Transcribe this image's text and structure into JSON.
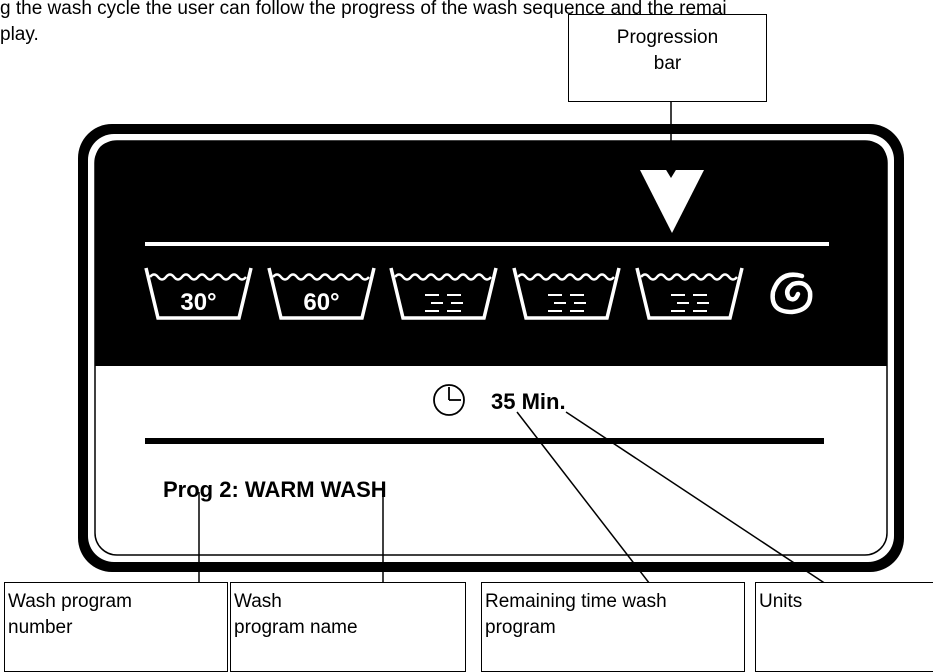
{
  "intro_text": "g the wash cycle the user can follow the progress of the wash sequence and the remai\nplay.",
  "display": {
    "remaining_time": "35 Min.",
    "program_line": "Prog 2:  WARM WASH",
    "wash_icons": [
      {
        "name": "wash-30-icon",
        "label": "30°"
      },
      {
        "name": "wash-60-icon",
        "label": "60°"
      },
      {
        "name": "rinse-1-icon",
        "label": ""
      },
      {
        "name": "rinse-2-icon",
        "label": ""
      },
      {
        "name": "rinse-3-icon",
        "label": ""
      }
    ],
    "spin_icon": "spin-icon",
    "clock_icon": "clock-icon",
    "progress_indicator_icon": "down-arrow-icon"
  },
  "callouts": {
    "progression_bar": "Progression\nbar",
    "wash_program_number": "Wash program\nnumber",
    "wash_program_name": "Wash\nprogram name",
    "remaining_time": "Remaining time wash\nprogram",
    "units": "Units"
  }
}
